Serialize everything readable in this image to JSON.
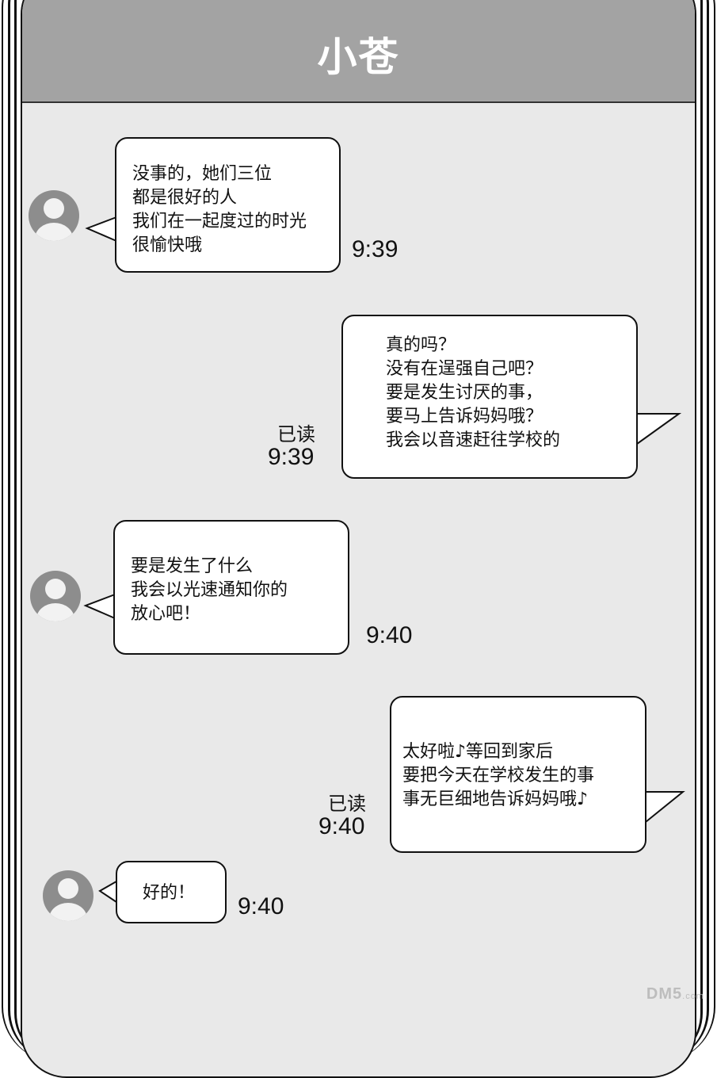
{
  "header": {
    "title": "小苍"
  },
  "messages": [
    {
      "lines": [
        "没事的，她们三位",
        "都是很好的人",
        "我们在一起度过的时光",
        "很愉快哦"
      ],
      "time": "9:39"
    },
    {
      "lines": [
        "真的吗？",
        "没有在逞强自己吧？",
        "要是发生讨厌的事，",
        "要马上告诉妈妈哦？",
        "我会以音速赶往学校的"
      ],
      "read": "已读",
      "time": "9:39"
    },
    {
      "lines": [
        "要是发生了什么",
        "我会以光速通知你的",
        "放心吧！"
      ],
      "time": "9:40"
    },
    {
      "lines": [
        "太好啦♪等回到家后",
        "要把今天在学校发生的事",
        "事无巨细地告诉妈妈哦♪"
      ],
      "read": "已读",
      "time": "9:40"
    },
    {
      "lines": [
        "好的！"
      ],
      "time": "9:40"
    }
  ],
  "watermark": {
    "brand": "DM5",
    "suffix": ".com"
  },
  "icons": {
    "avatar": "user-avatar-icon"
  },
  "colors": {
    "header": "#a3a3a3",
    "screen": "#e9e9e9",
    "bubble": "#ffffff"
  }
}
